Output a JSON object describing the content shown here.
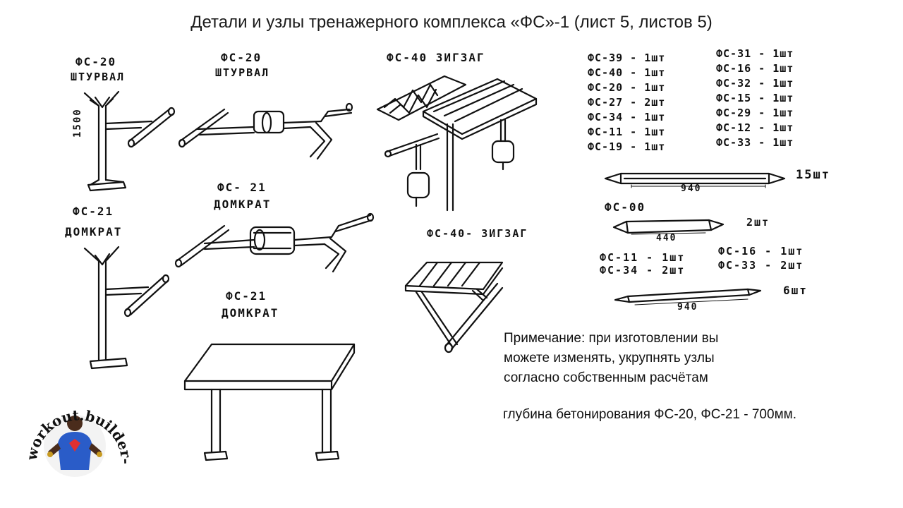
{
  "title": "Детали и узлы тренажерного комплекса «ФС»-1 (лист 5, листов 5)",
  "labels": {
    "fs20_a_code": "ФС-20",
    "fs20_a_name": "ШТУРВАЛ",
    "fs20_a_dim": "1500",
    "fs20_b_code": "ФС-20",
    "fs20_b_name": "ШТУРВАЛ",
    "fs40_a": "ФС-40 ЗИГЗАГ",
    "fs21_a_code": "ФС-21",
    "fs21_a_name": "ДОМКРАТ",
    "fs21_b_code": "ФС- 21",
    "fs21_b_name": "ДОМКРАТ",
    "fs40_b": "ФС-40- ЗИГЗАГ",
    "fs21_c_code": "ФС-21",
    "fs21_c_name": "ДОМКРАТ"
  },
  "parts_left": [
    "ФС-39 - 1шт",
    "ФС-40 - 1шт",
    "ФС-20 - 1шт",
    "ФС-27 - 2шт",
    "ФС-34 - 1шт",
    "ФС-11 - 1шт",
    "ФС-19 - 1шт"
  ],
  "parts_right": [
    "ФС-31 - 1шт",
    "ФС-16 - 1шт",
    "ФС-32 - 1шт",
    "ФС-15 - 1шт",
    "ФС-29 - 1шт",
    "ФС-12 - 1шт",
    "ФС-33 - 1шт"
  ],
  "bar1": {
    "dim": "940",
    "qty": "15шт"
  },
  "fs00": {
    "code": "ФС-00",
    "dim": "440",
    "qty": "2шт"
  },
  "set2": {
    "l1": "ФС-11 - 1шт",
    "l2": "ФС-34 - 2шт",
    "r1": "ФС-16 - 1шт",
    "r2": "ФС-33 - 2шт"
  },
  "bar3": {
    "dim": "940",
    "qty": "6шт"
  },
  "note": {
    "line1": "Примечание: при изготовлении вы",
    "line2": "можете изменять, укрупнять узлы",
    "line3": "согласно собственным расчётам",
    "depth": "глубина бетонирования ФС-20, ФС-21 - 700мм."
  },
  "logo": {
    "text": "workout.builder-ua.com"
  }
}
